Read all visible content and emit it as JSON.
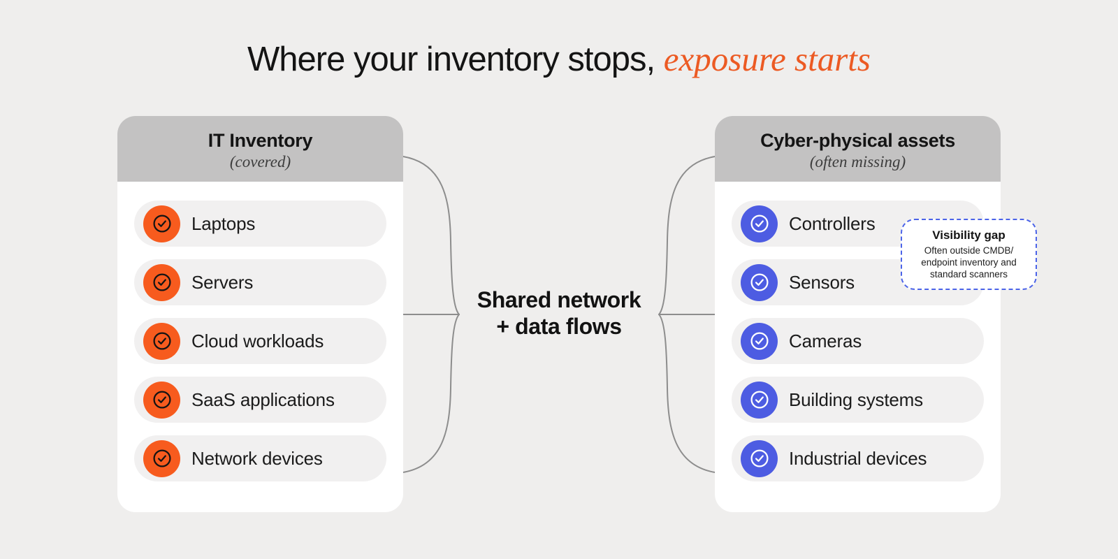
{
  "title": {
    "plain": "Where your inventory stops, ",
    "accent": "exposure starts"
  },
  "left_panel": {
    "title": "IT Inventory",
    "subtitle": "(covered)",
    "items": [
      "Laptops",
      "Servers",
      "Cloud workloads",
      "SaaS applications",
      "Network devices"
    ]
  },
  "right_panel": {
    "title": "Cyber-physical assets",
    "subtitle": "(often missing)",
    "items": [
      "Controllers",
      "Sensors",
      "Cameras",
      "Building systems",
      "Industrial devices"
    ]
  },
  "center_label": {
    "line1": "Shared network",
    "line2": "+ data flows"
  },
  "callout": {
    "title": "Visibility gap",
    "body_lines": [
      "Often outside CMDB/",
      "endpoint inventory and",
      "standard scanners"
    ]
  },
  "colors": {
    "background": "#efeeed",
    "panel_header": "#c3c2c2",
    "pill": "#f1f0f0",
    "orange_accent": "#f75b1e",
    "title_accent": "#ec5a23",
    "blue_accent": "#4d5ce2",
    "callout_border": "#4b63e8",
    "connector": "#8d8d8d"
  }
}
